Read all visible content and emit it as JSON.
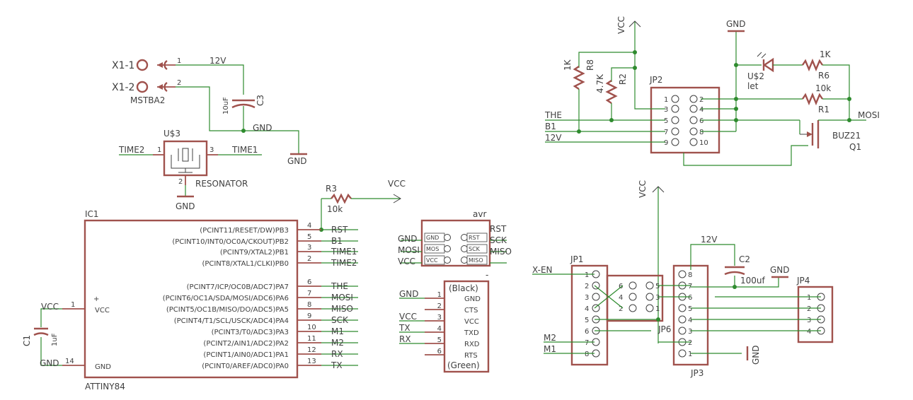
{
  "power": {
    "twelve_v": "12V",
    "vcc": "VCC",
    "gnd": "GND"
  },
  "connector": {
    "name": "MSTBA2",
    "pin1_label": "X1-1",
    "pin2_label": "X1-2",
    "pin1_num": "1",
    "pin2_num": "2"
  },
  "c3": {
    "name": "C3",
    "value": "10uF"
  },
  "resonator": {
    "name": "U$3",
    "value": "RESONATOR",
    "pin1": "1",
    "pin2": "2",
    "pin3": "3",
    "net_left": "TIME2",
    "net_right": "TIME1"
  },
  "r3": {
    "name": "R3",
    "value": "10k"
  },
  "ic1": {
    "name": "IC1",
    "part": "ATTINY84",
    "vcc_pin_label": "VCC",
    "gnd_pin_label": "GND",
    "vcc_pin_num": "1",
    "gnd_pin_num": "14",
    "plus": "+",
    "pins": [
      {
        "label": "(PCINT11/RESET/DW)PB3",
        "num": "4",
        "net": "RST"
      },
      {
        "label": "(PCINT10/INT0/OC0A/CKOUT)PB2",
        "num": "5",
        "net": "B1"
      },
      {
        "label": "(PCINT9/XTAL2)PB1",
        "num": "3",
        "net": "TIME1"
      },
      {
        "label": "(PCINT8/XTAL1/CLKI)PB0",
        "num": "2",
        "net": "TIME2"
      },
      {
        "label": "(PCINT7/ICP/OC0B/ADC7)PA7",
        "num": "6",
        "net": "THE"
      },
      {
        "label": "(PCINT6/OC1A/SDA/MOSI/ADC6)PA6",
        "num": "7",
        "net": "MOSI"
      },
      {
        "label": "(PCINT5/OC1B/MISO/DO/ADC5)PA5",
        "num": "8",
        "net": "MISO"
      },
      {
        "label": "(PCINT4/T1/SCL/USCK/ADC4)PA4",
        "num": "9",
        "net": "SCK"
      },
      {
        "label": "(PCINT3/T0/ADC3)PA3",
        "num": "10",
        "net": "M1"
      },
      {
        "label": "(PCINT2/AIN1/ADC2)PA2",
        "num": "11",
        "net": "M2"
      },
      {
        "label": "(PCINT1/AIN0/ADC1)PA1",
        "num": "12",
        "net": "RX"
      },
      {
        "label": "(PCINT0/AREF/ADC0)PA0",
        "num": "13",
        "net": "TX"
      }
    ]
  },
  "c1": {
    "name": "C1",
    "value": "1uF",
    "net_vcc": "VCC",
    "net_gnd": "GND"
  },
  "avr": {
    "name": "avr",
    "left_pins": [
      "GND",
      "MOS",
      "VCC"
    ],
    "right_pins": [
      "RST",
      "SCK",
      "MISO"
    ],
    "left_nets": [
      "GND",
      "MOSI",
      "VCC"
    ],
    "right_nets": [
      "RST",
      "SCK",
      "MISO"
    ]
  },
  "ftdi": {
    "top": "(Black)",
    "bottom": "(Green)",
    "dash": "-",
    "pin_nums": [
      "1",
      "2",
      "3",
      "4",
      "5",
      "6"
    ],
    "pin_labels": [
      "GND",
      "CTS",
      "VCC",
      "TXD",
      "RXD",
      "RTS"
    ],
    "nets": [
      "GND",
      "VCC",
      "TX",
      "RX"
    ]
  },
  "r8": {
    "name": "R8",
    "value": "1K"
  },
  "r2": {
    "name": "R2",
    "value": "4.7K"
  },
  "jp2": {
    "name": "JP2",
    "pins": [
      "1",
      "2",
      "3",
      "4",
      "5",
      "6",
      "7",
      "8",
      "9",
      "10"
    ],
    "nets": [
      "THE",
      "B1",
      "12V"
    ]
  },
  "led": {
    "name": "U$2",
    "value": "let"
  },
  "r6": {
    "name": "R6",
    "value": "1K"
  },
  "r1": {
    "name": "R1",
    "value": "10k"
  },
  "q1": {
    "name": "Q1",
    "value": "BUZ21",
    "net": "MOSI"
  },
  "jp1": {
    "name": "JP1",
    "pins": [
      "1",
      "2",
      "3",
      "4",
      "5",
      "6",
      "7",
      "8"
    ],
    "nets": [
      "X-EN",
      "M2",
      "M1"
    ]
  },
  "jp6": {
    "name": "JP6",
    "pins": [
      "6",
      "4",
      "2",
      "5",
      "3",
      "1"
    ]
  },
  "jp3": {
    "name": "JP3",
    "pins": [
      "8",
      "7",
      "6",
      "5",
      "4",
      "3",
      "2",
      "1"
    ]
  },
  "c2": {
    "name": "C2",
    "value": "100uf"
  },
  "jp4": {
    "name": "JP4",
    "pins": [
      "1",
      "2",
      "3",
      "4"
    ]
  }
}
